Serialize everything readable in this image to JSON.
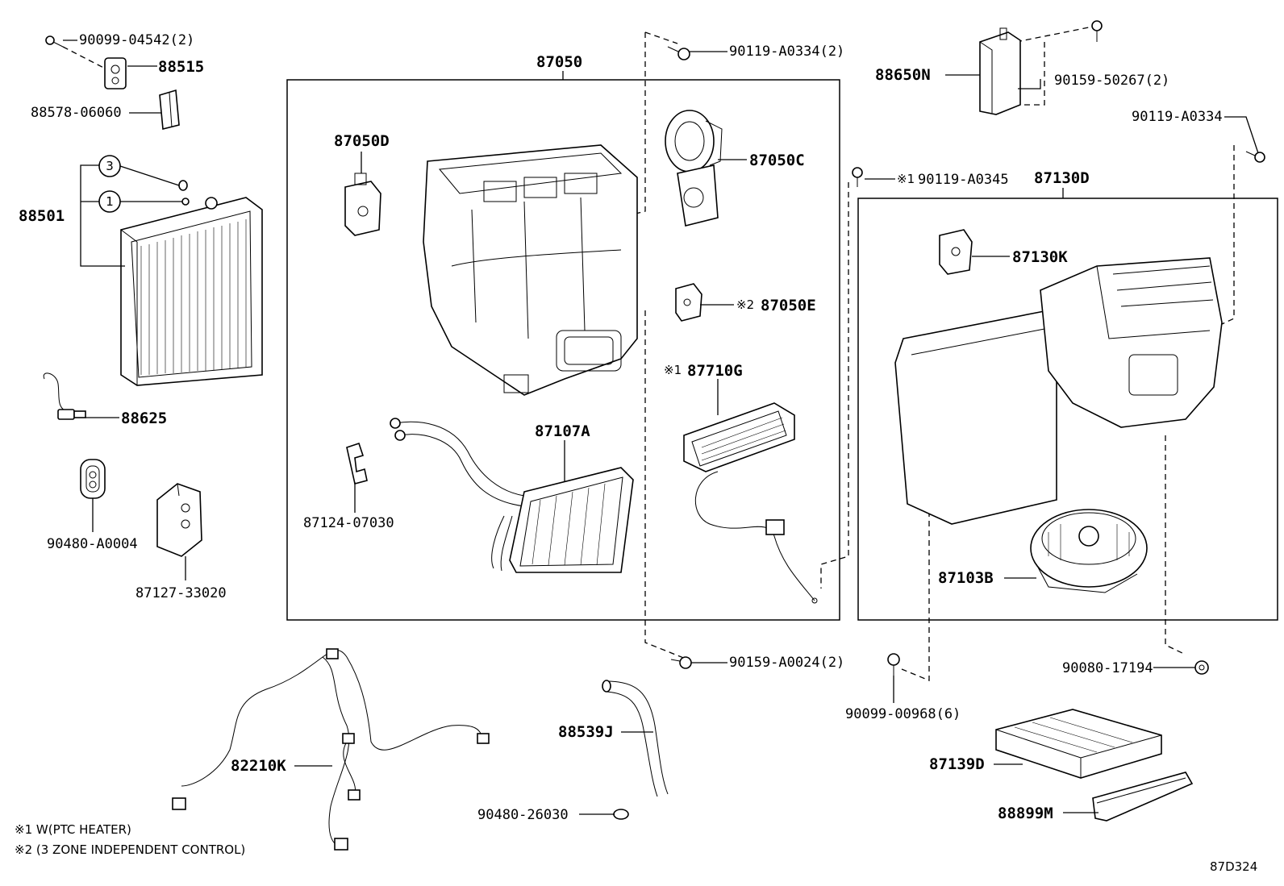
{
  "diagram_code": "87D324",
  "notes": {
    "note1": "※1 W(PTC HEATER)",
    "note2": "※2 (3 ZONE INDEPENDENT CONTROL)"
  },
  "callouts": {
    "c3": "3",
    "c1": "1"
  },
  "parts": {
    "p90099_04542": "90099-04542(2)",
    "p88515": "88515",
    "p88578_06060": "88578-06060",
    "p88501": "88501",
    "p88625": "88625",
    "p90480_a0004": "90480-A0004",
    "p87127_33020": "87127-33020",
    "p87050": "87050",
    "p87050d": "87050D",
    "p87050c": "87050C",
    "p87050e": "87050E",
    "p87050e_mark": "※2",
    "p87710g": "87710G",
    "p87710g_mark": "※1",
    "p87107a": "87107A",
    "p87124_07030": "87124-07030",
    "p90119_a0334_2": "90119-A0334(2)",
    "p90119_a0345": "90119-A0345",
    "p90119_a0345_mark": "※1",
    "p88650n": "88650N",
    "p90159_50267": "90159-50267(2)",
    "p90119_a0334": "90119-A0334",
    "p87130d": "87130D",
    "p87130k": "87130K",
    "p87103b": "87103B",
    "p90159_a0024": "90159-A0024(2)",
    "p90099_00968": "90099-00968(6)",
    "p90080_17194": "90080-17194",
    "p88539j": "88539J",
    "p82210k": "82210K",
    "p90480_26030": "90480-26030",
    "p87139d": "87139D",
    "p88899m": "88899M"
  }
}
